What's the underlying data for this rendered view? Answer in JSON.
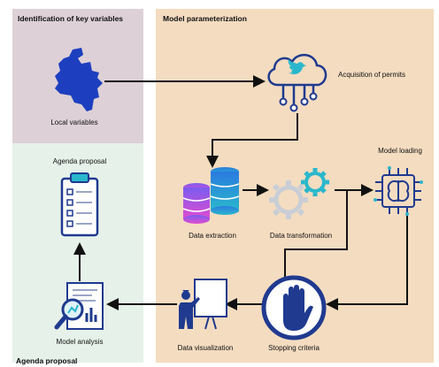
{
  "panels": {
    "identification": {
      "title": "Identification of key variables",
      "color": "#ddd0d6"
    },
    "parameterization": {
      "title": "Model parameterization",
      "color": "#f4dcc0"
    },
    "agenda": {
      "title": "Agenda proposal",
      "color": "#e6f1ea"
    }
  },
  "nodes": {
    "local_variables": {
      "label": "Local variables",
      "icon": "colombia-map-icon"
    },
    "acquisition": {
      "label": "Acquisition of permits",
      "icon": "cloud-twitter-icon"
    },
    "data_extraction": {
      "label": "Data extraction",
      "icon": "database-icon"
    },
    "data_transformation": {
      "label": "Data transformation",
      "icon": "gears-icon"
    },
    "model_loading": {
      "label": "Model loading",
      "icon": "brain-chip-icon"
    },
    "stopping_criteria": {
      "label": "Stopping criteria",
      "icon": "stop-hand-icon"
    },
    "data_visualization": {
      "label": "Data visualization",
      "icon": "presenter-board-icon"
    },
    "model_analysis": {
      "label": "Model analysis",
      "icon": "report-magnifier-icon"
    },
    "agenda_proposal": {
      "label": "Agenda proposal",
      "icon": "clipboard-checklist-icon"
    }
  },
  "colors": {
    "map_blue": "#1d3fbf",
    "icon_navy": "#1f3a8f",
    "cyan": "#2ab7cc",
    "arrow": "#111111"
  }
}
